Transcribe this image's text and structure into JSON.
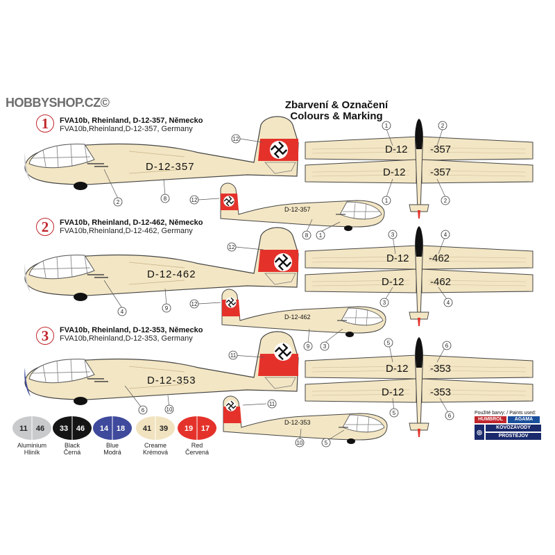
{
  "watermark": "HOBBYSHOP.CZ©",
  "title": {
    "line1": "Zbarvení & Označení",
    "line2": "Colours & Marking"
  },
  "options": [
    {
      "number": "1",
      "line1": "FVA10b, Rheinland, D-12-357, Německo",
      "line2": "FVA10b,Rheinland,D-12-357, Germany",
      "reg": "D-12-357",
      "wing_left": "D-12",
      "wing_right": "-357",
      "nose_color": "#c9cacc"
    },
    {
      "number": "2",
      "line1": "FVA10b, Rheinland, D-12-462, Německo",
      "line2": "FVA10b,Rheinland,D-12-462, Germany",
      "reg": "D-12-462",
      "wing_left": "D-12",
      "wing_right": "-462",
      "nose_color": "#c9cacc"
    },
    {
      "number": "3",
      "line1": "FVA10b, Rheinland, D-12-353, Německo",
      "line2": "FVA10b,Rheinland,D-12-353, Germany",
      "reg": "D-12-353",
      "wing_left": "D-12",
      "wing_right": "-353",
      "nose_color": "#3f4a9c"
    }
  ],
  "callouts": [
    "1",
    "2",
    "3",
    "4",
    "5",
    "6",
    "8",
    "9",
    "10",
    "11",
    "12"
  ],
  "swatches": [
    {
      "a": "11",
      "b": "46",
      "name1": "Aluminium",
      "name2": "Hliník",
      "color": "#c9cacc",
      "text": "#222222"
    },
    {
      "a": "33",
      "b": "46",
      "name1": "Black",
      "name2": "Černá",
      "color": "#151515",
      "text": "#ffffff"
    },
    {
      "a": "14",
      "b": "18",
      "name1": "Blue",
      "name2": "Modrá",
      "color": "#3f4a9c",
      "text": "#ffffff"
    },
    {
      "a": "41",
      "b": "39",
      "name1": "Creame",
      "name2": "Krémová",
      "color": "#f1e3bf",
      "text": "#222222"
    },
    {
      "a": "19",
      "b": "17",
      "name1": "Red",
      "name2": "Červená",
      "color": "#e4322b",
      "text": "#ffffff"
    }
  ],
  "paints": {
    "title": "Použité barvy: / Paints used:",
    "brand1": "HUMBROL",
    "brand2": "AGAMA",
    "brand3": "KOVOZÁVODY",
    "brand4": "PROSTĚJOV"
  },
  "colors": {
    "cream": "#f3e6c4",
    "red": "#e4322b",
    "outline": "#444444"
  }
}
